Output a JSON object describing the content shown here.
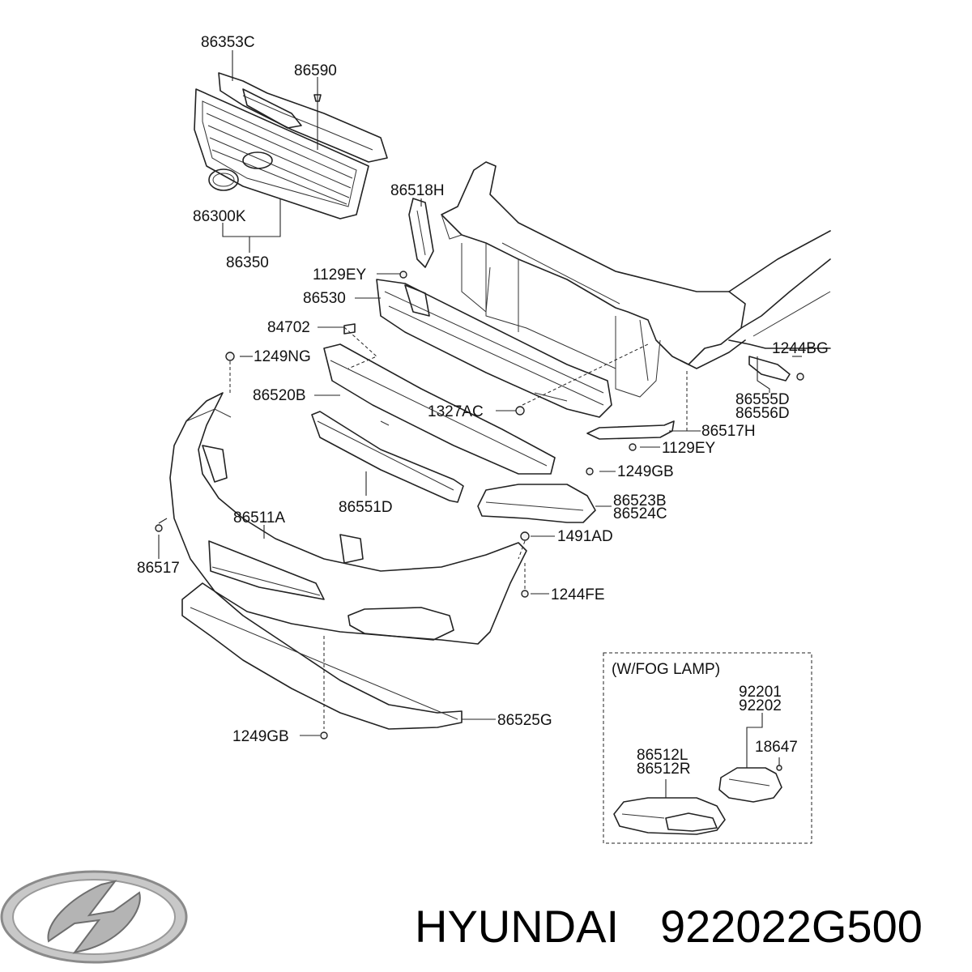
{
  "parts": {
    "p86353C": "86353C",
    "p86590": "86590",
    "p86518H": "86518H",
    "p86300K": "86300K",
    "p86350": "86350",
    "p1129EY_a": "1129EY",
    "p86530": "86530",
    "p84702": "84702",
    "p1249NG": "1249NG",
    "p86520B": "86520B",
    "p1327AC": "1327AC",
    "p1244BG": "1244BG",
    "p86555D": "86555D",
    "p86556D": "86556D",
    "p86517H": "86517H",
    "p1129EY_b": "1129EY",
    "p1249GB_a": "1249GB",
    "p86523B": "86523B",
    "p86524C": "86524C",
    "p86551D": "86551D",
    "p86511A": "86511A",
    "p1491AD": "1491AD",
    "p86517": "86517",
    "p1244FE": "1244FE",
    "p86525G": "86525G",
    "p1249GB_b": "1249GB"
  },
  "fog_lamp_box": {
    "title": "(W/FOG LAMP)",
    "p92201": "92201",
    "p92202": "92202",
    "p18647": "18647",
    "p86512L": "86512L",
    "p86512R": "86512R"
  },
  "footer": {
    "brand": "HYUNDAI",
    "part_number": "922022G500",
    "logo": "hyundai-logo"
  }
}
